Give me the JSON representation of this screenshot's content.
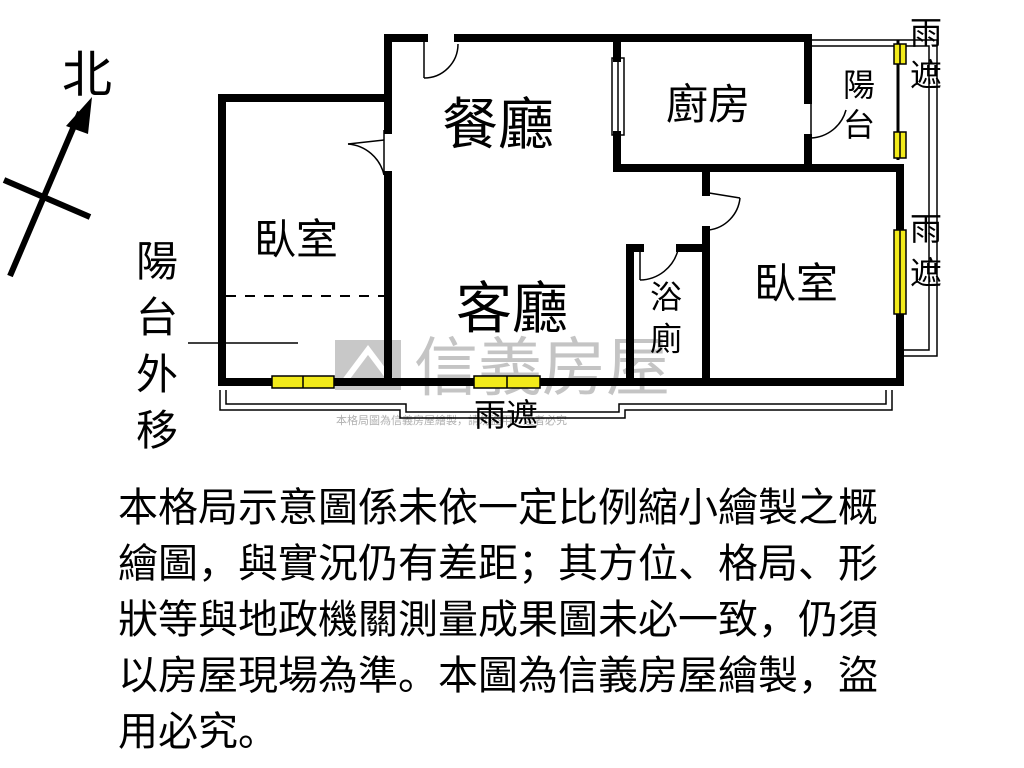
{
  "compass": {
    "north": "北"
  },
  "rooms": {
    "dining": "餐廳",
    "kitchen": "廚房",
    "balcony_label": "陽台",
    "bedroom_left": "臥室",
    "living": "客廳",
    "bathroom": "浴廁",
    "bedroom_right": "臥室"
  },
  "annotations": {
    "balcony_moved": "陽台外移",
    "rain_cover_top": "雨遮",
    "rain_cover_right": "雨遮",
    "rain_cover_bottom": "雨遮"
  },
  "watermark": {
    "brand": "信義房屋",
    "notice": "本格局圖為信義房屋繪製，請勿盜用，違者必究"
  },
  "colors": {
    "wall": "#000000",
    "window": "#f2ea1a",
    "watermark": "#c4c4c4"
  },
  "disclaimer": {
    "lines": [
      "本格局示意圖係未依一定比例縮小繪製之概",
      "繪圖，與實況仍有差距；其方位、格局、形",
      "狀等與地政機關測量成果圖未必一致，仍須",
      "以房屋現場為準。本圖為信義房屋繪製，盜",
      "用必究。"
    ]
  }
}
